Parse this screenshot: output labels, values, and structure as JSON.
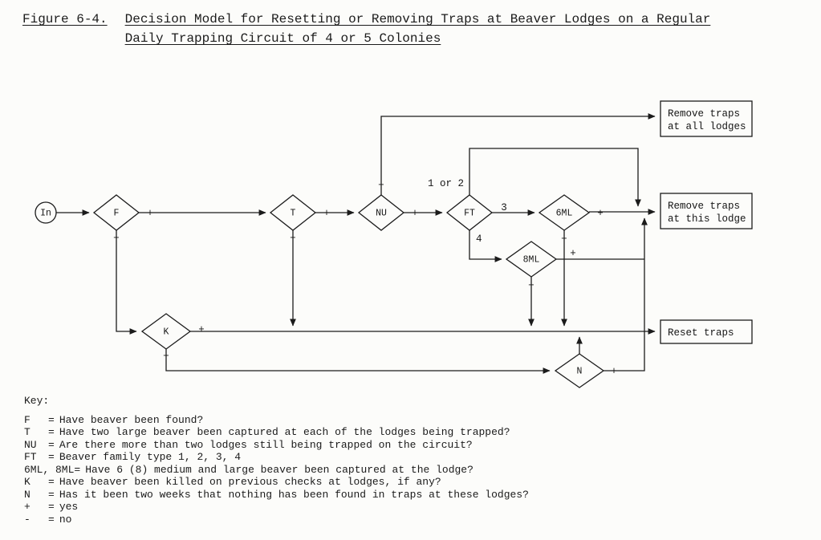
{
  "header": {
    "figure_label": "Figure 6-4.",
    "title_line1": "Decision Model for Resetting or Removing Traps at Beaver Lodges on a Regular",
    "title_line2": "Daily Trapping Circuit of 4 or 5 Colonies"
  },
  "flowchart": {
    "start_label": "In",
    "nodes": [
      {
        "id": "F",
        "label": "F"
      },
      {
        "id": "T",
        "label": "T"
      },
      {
        "id": "NU",
        "label": "NU"
      },
      {
        "id": "FT",
        "label": "FT"
      },
      {
        "id": "6ML",
        "label": "6ML"
      },
      {
        "id": "8ML",
        "label": "8ML"
      },
      {
        "id": "K",
        "label": "K"
      },
      {
        "id": "N",
        "label": "N"
      }
    ],
    "terminals": [
      {
        "id": "remove-all",
        "line1": "Remove traps",
        "line2": "at all lodges"
      },
      {
        "id": "remove-this",
        "line1": "Remove traps",
        "line2": "at this lodge"
      },
      {
        "id": "reset",
        "line1": "Reset traps"
      }
    ],
    "edge_labels": {
      "f_plus": "+",
      "f_minus": "−",
      "t_plus": "+",
      "t_minus": "−",
      "nu_plus": "+",
      "nu_minus": "−",
      "ft_top": "1 or 2",
      "ft_right": "3",
      "ft_bottom": "4",
      "sixml_plus": "+",
      "sixml_minus": "−",
      "eightml_plus": "+",
      "eightml_minus": "−",
      "k_plus": "+",
      "k_minus": "−",
      "n_plus": "+"
    }
  },
  "key": {
    "heading": "Key:",
    "separator": "=",
    "entries": [
      {
        "term": "F",
        "def": "Have beaver been found?"
      },
      {
        "term": "T",
        "def": "Have two large beaver been captured at each of the lodges being trapped?"
      },
      {
        "term": "NU",
        "def": "Are there more than two lodges still being trapped on the circuit?"
      },
      {
        "term": "FT",
        "def": "Beaver family type 1, 2, 3, 4"
      },
      {
        "term": "6ML, 8ML",
        "def": "Have 6 (8) medium and large beaver been captured at the lodge?"
      },
      {
        "term": "K",
        "def": "Have beaver been killed on previous checks at lodges, if any?"
      },
      {
        "term": "N",
        "def": "Has it been two weeks that nothing has been found in traps at these lodges?"
      },
      {
        "term": "+",
        "def": "yes"
      },
      {
        "term": "-",
        "def": "no"
      }
    ]
  }
}
